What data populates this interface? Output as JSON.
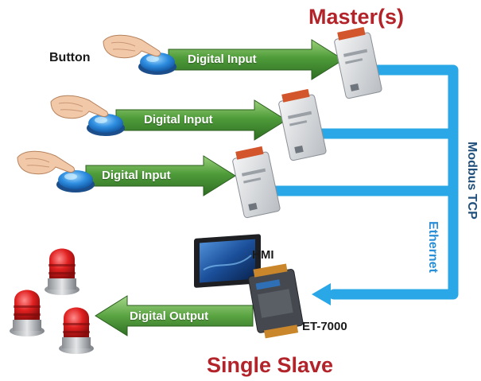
{
  "title_masters": "Master(s)",
  "title_slave": "Single Slave",
  "labels": {
    "button": "Button",
    "hmi": "HMI",
    "et7000": "ET-7000",
    "modbus_tcp": "Modbus TCP",
    "ethernet": "Ethernet"
  },
  "arrows": {
    "input_1": "Digital Input",
    "input_2": "Digital Input",
    "input_3": "Digital Input",
    "output": "Digital Output"
  },
  "colors": {
    "title_red": "#b3232a",
    "arrow_green": "#3e8a2e",
    "network_blue": "#2aa7e6",
    "ethernet_text": "#2a8fd6",
    "modbus_text": "#1f4f7a"
  },
  "icons": {
    "push_button": "push-button-icon",
    "module": "io-module-icon",
    "hmi": "hmi-panel-icon",
    "beacon": "warning-light-icon"
  }
}
